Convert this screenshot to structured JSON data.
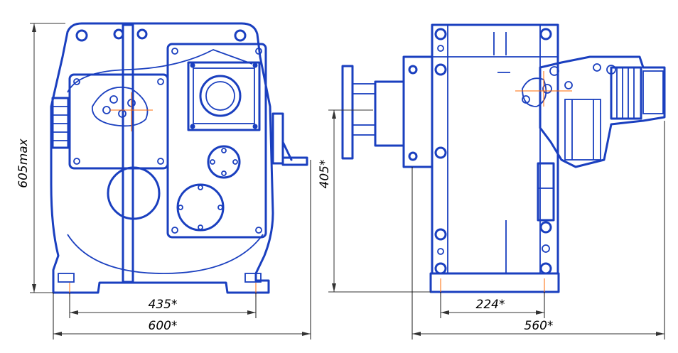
{
  "dimensions": {
    "front_height": "605max",
    "front_bolt_spacing": "435*",
    "front_width": "600*",
    "side_height": "405*",
    "side_bolt_spacing": "224*",
    "side_width": "560*"
  },
  "colors": {
    "outline": "#1a3fbf",
    "centerline": "#ff6a00",
    "dimension": "#333333"
  }
}
